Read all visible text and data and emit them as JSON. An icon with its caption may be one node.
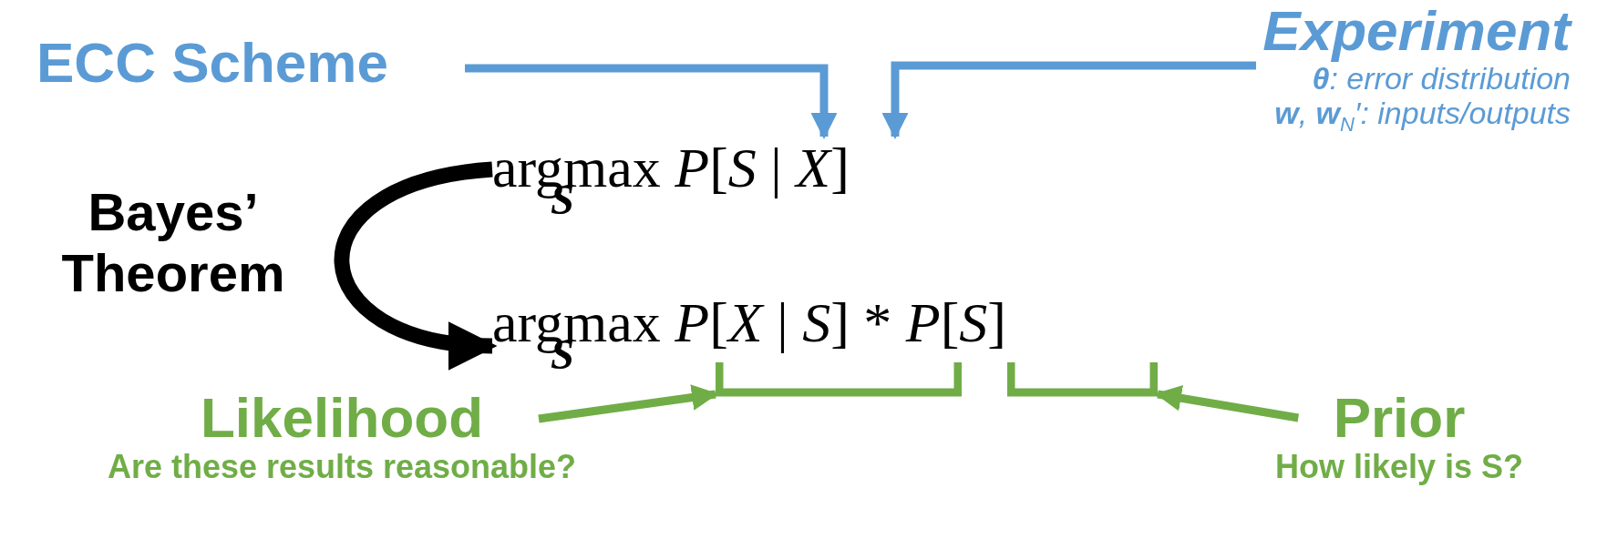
{
  "diagram": {
    "nodes": [
      {
        "text": [
          "ECC Scheme"
        ]
      },
      {
        "text": [
          "Experiment",
          "**θ**: error distribution",
          "**w**, **w**$_{N}$′: inputs/outputs"
        ]
      },
      {
        "text": [
          "argmax$_{S}$ *P*[*S* | *X*]"
        ]
      },
      {
        "text": [
          "argmax$_{S}$ *P*[*X* | *S*] * *P*[*S*]"
        ]
      },
      {
        "text": [
          "Likelihood",
          "Are these results reasonable?"
        ]
      },
      {
        "text": [],
        "shape": "bracket"
      },
      {
        "text": [],
        "shape": "bracket"
      },
      {
        "text": [
          "Prior",
          "How likely is S?"
        ]
      }
    ],
    "edges": [
      {
        "from": 0,
        "to": 2,
        "arrow": "to",
        "color": "#5b9bd5"
      },
      {
        "from": 1,
        "to": 2,
        "arrow": "to",
        "color": "#5b9bd5"
      },
      {
        "from": 2,
        "to": 3,
        "arrow": "to",
        "label": "Bayes’ Theorem",
        "style": "thick",
        "color": "#000000"
      },
      {
        "from": 4,
        "to": 5,
        "arrow": "to",
        "color": "#70ad47"
      },
      {
        "from": 7,
        "to": 6,
        "arrow": "to",
        "color": "#70ad47"
      }
    ]
  }
}
